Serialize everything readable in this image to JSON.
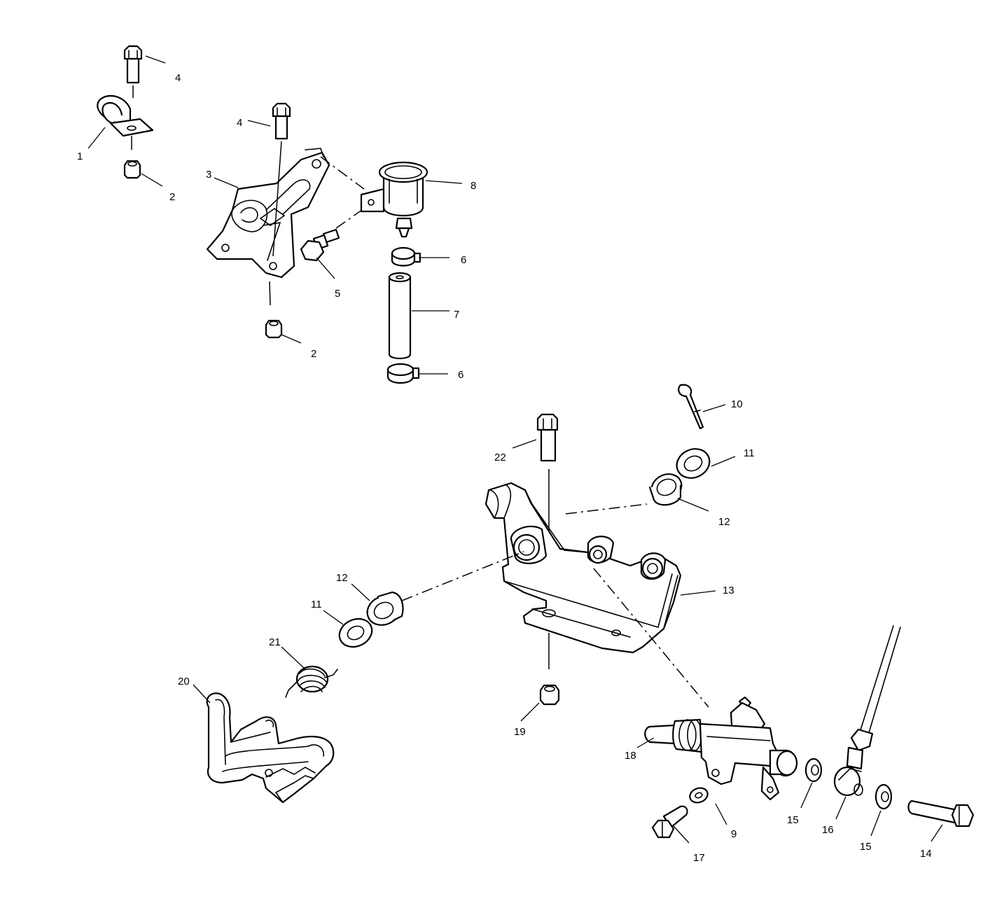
{
  "diagram": {
    "callouts": [
      {
        "id": "c1",
        "text": "1"
      },
      {
        "id": "c2a",
        "text": "2"
      },
      {
        "id": "c2b",
        "text": "2"
      },
      {
        "id": "c3",
        "text": "3"
      },
      {
        "id": "c4a",
        "text": "4"
      },
      {
        "id": "c4b",
        "text": "4"
      },
      {
        "id": "c5",
        "text": "5"
      },
      {
        "id": "c6a",
        "text": "6"
      },
      {
        "id": "c6b",
        "text": "6"
      },
      {
        "id": "c7",
        "text": "7"
      },
      {
        "id": "c8",
        "text": "8"
      },
      {
        "id": "c9",
        "text": "9"
      },
      {
        "id": "c10",
        "text": "10"
      },
      {
        "id": "c11a",
        "text": "11"
      },
      {
        "id": "c11b",
        "text": "11"
      },
      {
        "id": "c12a",
        "text": "12"
      },
      {
        "id": "c12b",
        "text": "12"
      },
      {
        "id": "c13",
        "text": "13"
      },
      {
        "id": "c14",
        "text": "14"
      },
      {
        "id": "c15a",
        "text": "15"
      },
      {
        "id": "c15b",
        "text": "15"
      },
      {
        "id": "c16",
        "text": "16"
      },
      {
        "id": "c17",
        "text": "17"
      },
      {
        "id": "c18",
        "text": "18"
      },
      {
        "id": "c19",
        "text": "19"
      },
      {
        "id": "c20",
        "text": "20"
      },
      {
        "id": "c21",
        "text": "21"
      },
      {
        "id": "c22",
        "text": "22"
      }
    ]
  }
}
